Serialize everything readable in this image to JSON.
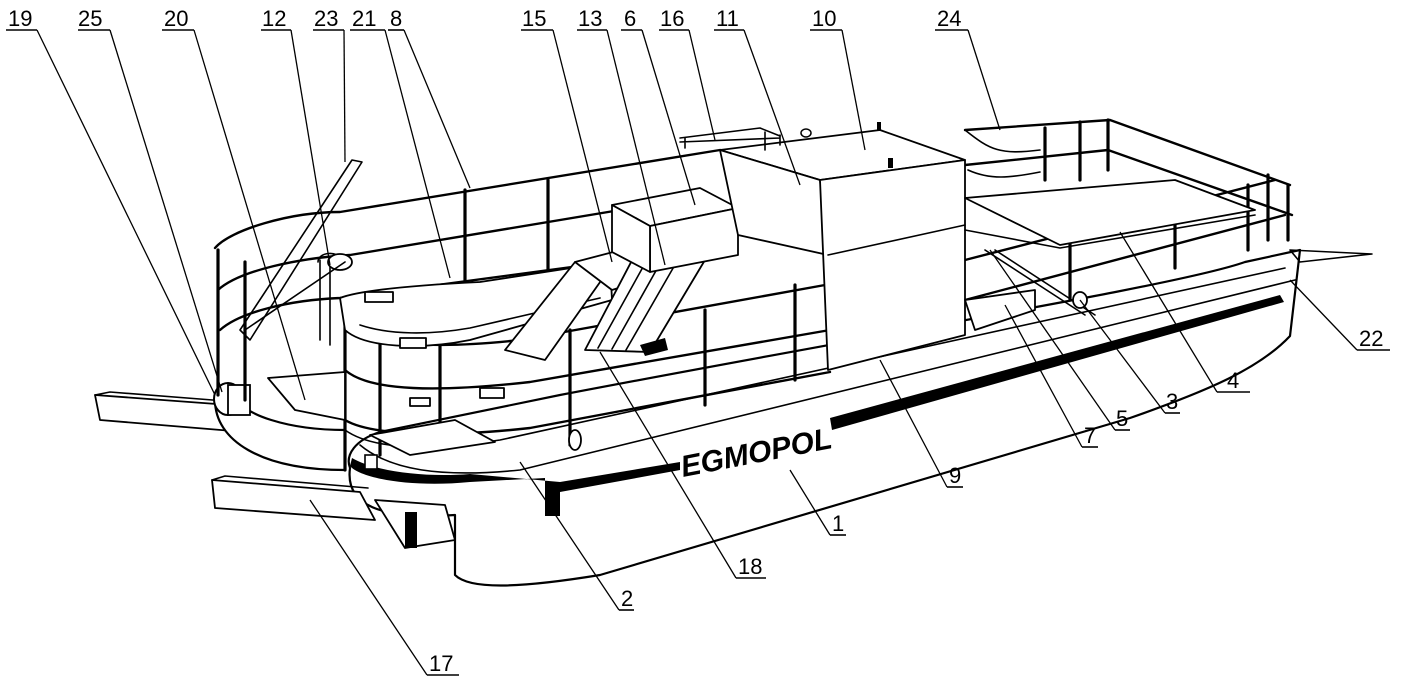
{
  "hull_lettering": "EGMOPOL",
  "callouts": [
    {
      "id": "c1",
      "text": "1"
    },
    {
      "id": "c2",
      "text": "2"
    },
    {
      "id": "c3",
      "text": "3"
    },
    {
      "id": "c4",
      "text": "4"
    },
    {
      "id": "c5",
      "text": "5"
    },
    {
      "id": "c6",
      "text": "6"
    },
    {
      "id": "c7",
      "text": "7"
    },
    {
      "id": "c8",
      "text": "8"
    },
    {
      "id": "c9",
      "text": "9"
    },
    {
      "id": "c10",
      "text": "10"
    },
    {
      "id": "c11",
      "text": "11"
    },
    {
      "id": "c12",
      "text": "12"
    },
    {
      "id": "c13",
      "text": "13"
    },
    {
      "id": "c15",
      "text": "15"
    },
    {
      "id": "c16",
      "text": "16"
    },
    {
      "id": "c17",
      "text": "17"
    },
    {
      "id": "c18",
      "text": "18"
    },
    {
      "id": "c19",
      "text": "19"
    },
    {
      "id": "c20",
      "text": "20"
    },
    {
      "id": "c21",
      "text": "21"
    },
    {
      "id": "c22",
      "text": "22"
    },
    {
      "id": "c23",
      "text": "23"
    },
    {
      "id": "c24",
      "text": "24"
    },
    {
      "id": "c25",
      "text": "25"
    }
  ]
}
